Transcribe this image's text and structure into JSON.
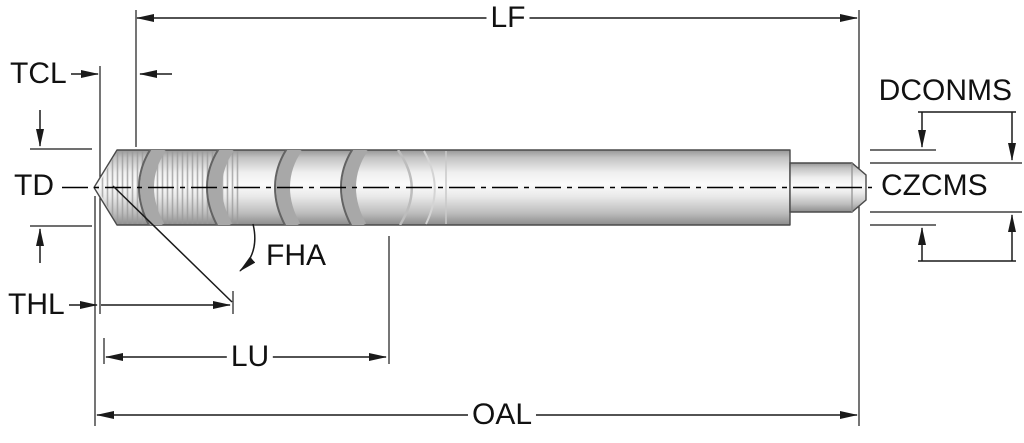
{
  "diagram": {
    "title": "tap-dimension-drawing",
    "labels": {
      "lf": "LF",
      "tcl": "TCL",
      "td": "TD",
      "thl": "THL",
      "fha": "FHA",
      "lu": "LU",
      "oal": "OAL",
      "dconms": "DCONMS",
      "czcms": "CZCMS"
    },
    "colors": {
      "line": "#1a1a1a",
      "background": "#ffffff",
      "metal_light": "#f5f5f5",
      "metal_dark": "#9a9a9a"
    }
  }
}
